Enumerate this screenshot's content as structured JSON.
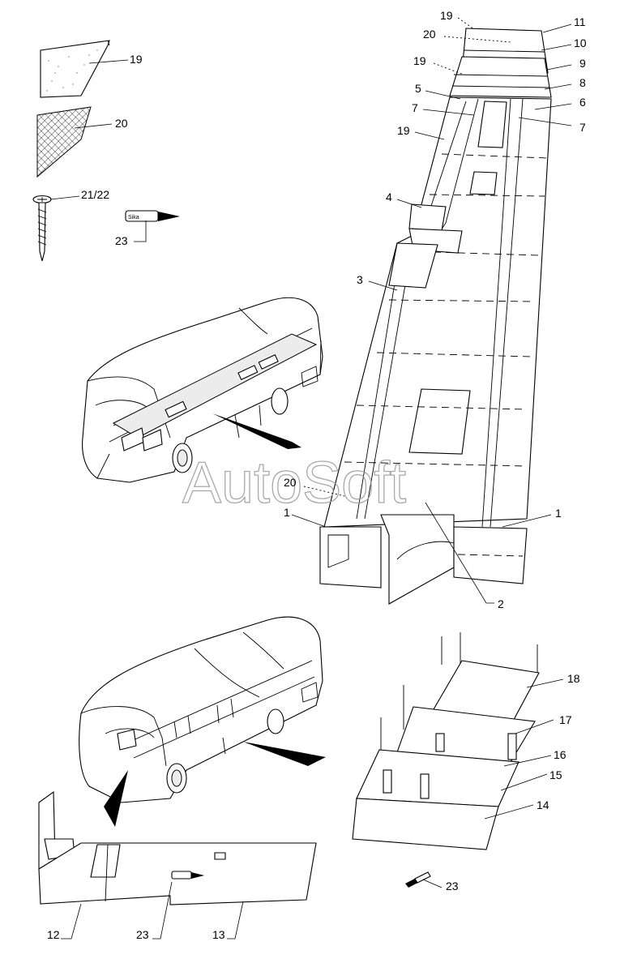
{
  "watermark": "AutoSoft",
  "labels": {
    "l19_legend": "19",
    "l20_legend": "20",
    "l2122_legend": "21/22",
    "l23_legend": "23",
    "l19_top": "19",
    "l11": "11",
    "l20_top": "20",
    "l10": "10",
    "l19_mid": "19",
    "l9": "9",
    "l8": "8",
    "l5": "5",
    "l6": "6",
    "l7_left": "7",
    "l7_right": "7",
    "l19_lower": "19",
    "l4": "4",
    "l3": "3",
    "l20_floor": "20",
    "l1_left": "1",
    "l1_right": "1",
    "l2": "2",
    "l18": "18",
    "l17": "17",
    "l16": "16",
    "l15": "15",
    "l14": "14",
    "l23_right": "23",
    "l12": "12",
    "l23_bottom": "23",
    "l13": "13"
  },
  "sealant_tube_text": "Sika"
}
